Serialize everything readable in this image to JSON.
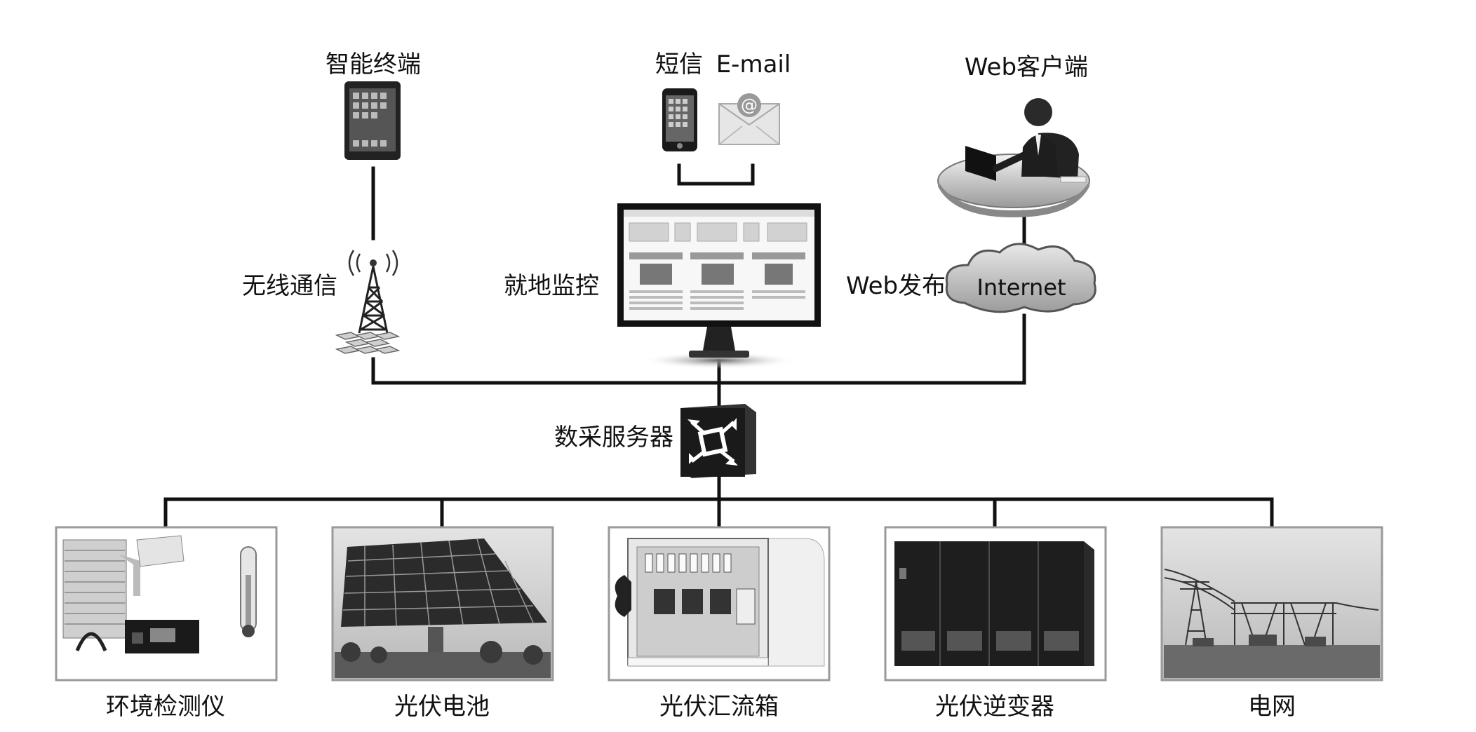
{
  "labels": {
    "smart_terminal": "智能终端",
    "sms": "短信",
    "email": "E-mail",
    "web_client": "Web客户端",
    "wireless": "无线通信",
    "local_monitor": "就地监控",
    "web_publish": "Web发布",
    "internet": "Internet",
    "data_server": "数采服务器",
    "env_monitor": "环境检测仪",
    "pv_battery": "光伏电池",
    "pv_combiner": "光伏汇流箱",
    "pv_inverter": "光伏逆变器",
    "grid": "电网"
  },
  "icons": {
    "tablet": "tablet-icon",
    "phone": "phone-icon",
    "envelope": "email-envelope-icon",
    "user": "user-at-computer-icon",
    "tower": "wireless-tower-icon",
    "monitor": "monitor-icon",
    "cloud": "cloud-icon",
    "switch": "server-switch-icon"
  },
  "colors": {
    "line": "#111111",
    "frame": "#9a9a9a",
    "background": "#ffffff"
  }
}
